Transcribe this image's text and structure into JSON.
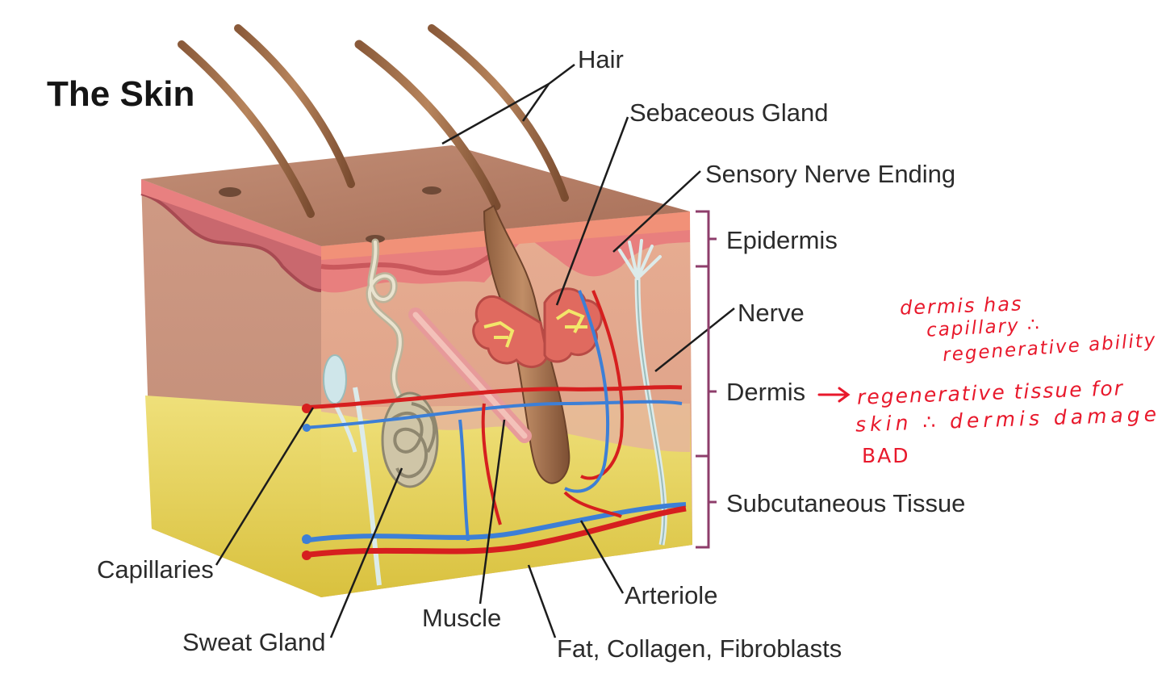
{
  "title": "The Skin",
  "labels": {
    "hair": "Hair",
    "sebaceous_gland": "Sebaceous Gland",
    "sensory_nerve_ending": "Sensory Nerve Ending",
    "epidermis": "Epidermis",
    "nerve": "Nerve",
    "dermis": "Dermis",
    "subcutaneous_tissue": "Subcutaneous Tissue",
    "capillaries": "Capillaries",
    "sweat_gland": "Sweat Gland",
    "muscle": "Muscle",
    "arteriole": "Arteriole",
    "fat_collagen_fibroblasts": "Fat, Collagen, Fibroblasts"
  },
  "annotations": {
    "note1_line1": "dermis has",
    "note1_line2": "capillary ∴",
    "note1_line3": "regenerative ability",
    "note2_line1": "regenerative tissue for",
    "note2_line2": "skin ∴ dermis damage",
    "note2_line3": "BAD"
  },
  "colors": {
    "annotation_ink": "#e8192c",
    "bracket": "#8e3d6b",
    "artery": "#d61f1f",
    "vein": "#3d7fd6",
    "fat": "#e3cf54",
    "skin_surface": "#b07a62"
  }
}
